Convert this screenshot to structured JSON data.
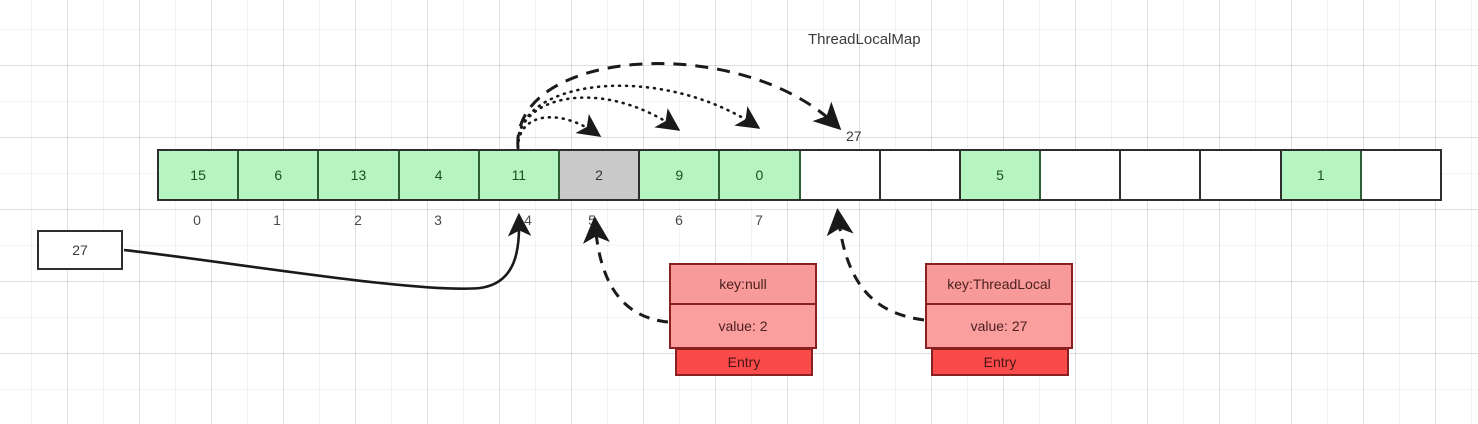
{
  "title": "ThreadLocalMap",
  "colors": {
    "cell_filled": "#b6f5c1",
    "cell_stale": "#c9c9c9",
    "cell_empty": "#ffffff",
    "entry_kv": "#f99a9a",
    "entry_tag": "#fa4b4b",
    "stroke": "#2e2e2e"
  },
  "array": {
    "name": "threadlocalmap-table",
    "cells": [
      {
        "value": "15",
        "state": "filled"
      },
      {
        "value": "6",
        "state": "filled"
      },
      {
        "value": "13",
        "state": "filled"
      },
      {
        "value": "4",
        "state": "filled"
      },
      {
        "value": "11",
        "state": "filled"
      },
      {
        "value": "2",
        "state": "stale"
      },
      {
        "value": "9",
        "state": "filled"
      },
      {
        "value": "0",
        "state": "filled"
      },
      {
        "value": "",
        "state": "empty"
      },
      {
        "value": "",
        "state": "empty"
      },
      {
        "value": "5",
        "state": "filled"
      },
      {
        "value": "",
        "state": "empty"
      },
      {
        "value": "",
        "state": "empty"
      },
      {
        "value": "",
        "state": "empty"
      },
      {
        "value": "1",
        "state": "filled"
      },
      {
        "value": "",
        "state": "empty"
      }
    ],
    "index_labels": [
      "0",
      "1",
      "2",
      "3",
      "4",
      "5",
      "6",
      "7"
    ]
  },
  "source_box": {
    "value": "27"
  },
  "insert_label": "27",
  "entries": [
    {
      "id": "entry-stale",
      "key": "key:null",
      "value": "value: 2",
      "tag": "Entry"
    },
    {
      "id": "entry-new",
      "key": "key:ThreadLocal",
      "value": "value: 27",
      "tag": "Entry"
    }
  ]
}
